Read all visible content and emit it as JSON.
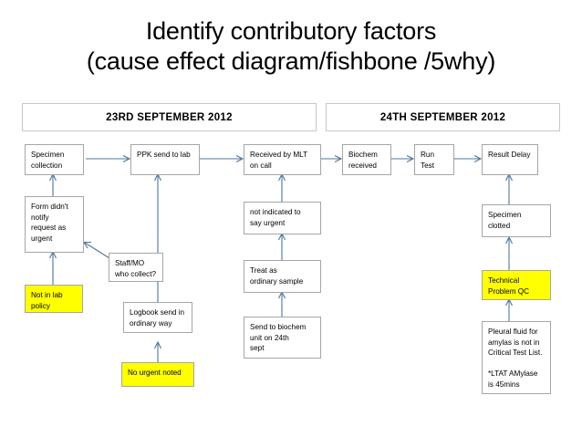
{
  "slide": {
    "title_line1": "Identify contributory factors",
    "title_line2": "(cause effect diagram/fishbone /5why)"
  },
  "headers": [
    {
      "id": "hdr-left",
      "label": "23RD SEPTEMBER 2012"
    },
    {
      "id": "hdr-right",
      "label": "24TH SEPTEMBER 2012"
    }
  ],
  "colors": {
    "highlight": "#ffff00",
    "arrow": "#4a77a0",
    "box_border": "#a6a6a6",
    "header_border": "#c8c8c8",
    "text": "#000000",
    "background": "#ffffff"
  },
  "nodes": {
    "specimen_collection": "Specimen\ncollection",
    "ppk_send_to_lab": "PPK send to lab",
    "received_by_mlt": "Received by MLT\non call",
    "biochem_received": "Biochem\nreceived",
    "run_test": "Run Test",
    "result_delay": "Result Delay",
    "form_didnt_notify": "Form didn't\nnotify\nrequest as\nurgent",
    "staff_mo_who_collect": "Staff/MO\nwho collect?",
    "not_in_lab_policy": "Not in lab\npolicy",
    "logbook_send_ordinary": "Logbook send in\nordinary way",
    "no_urgent_noted": "No urgent noted",
    "not_indicated_urgent": "not indicated to\nsay urgent",
    "treat_as_ordinary": "Treat as\nordinary sample",
    "send_to_biochem_unit": "Send to biochem\nunit on 24th\nsept",
    "specimen_clotted": "Specimen\nclotted",
    "technical_problem_qc": "Technical\nProblem QC",
    "pleural_fluid_note": "Pleural fluid for\namylas is not in\nCritical Test List.\n\n*LTAT AMylase\nis 45mins"
  }
}
